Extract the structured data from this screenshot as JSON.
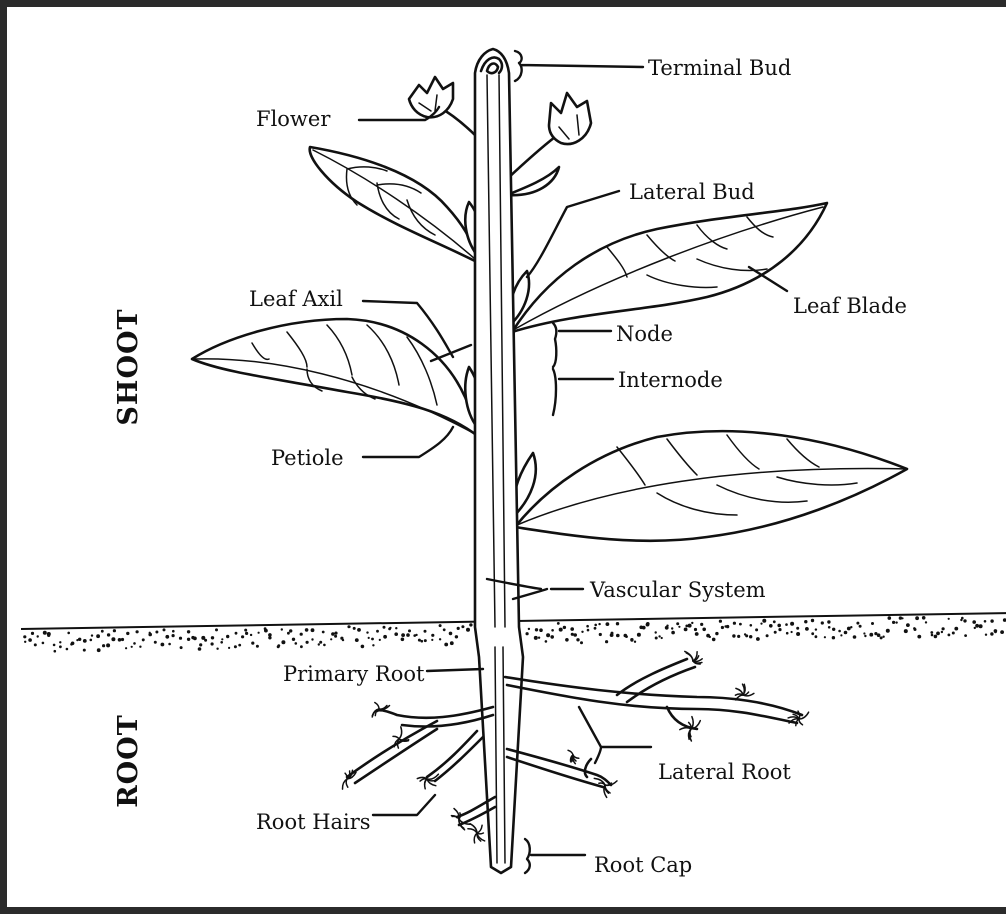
{
  "sections": {
    "shoot": "SHOOT",
    "root": "ROOT"
  },
  "labels": {
    "terminal_bud": "Terminal Bud",
    "flower": "Flower",
    "lateral_bud": "Lateral Bud",
    "leaf_axil": "Leaf Axil",
    "leaf_blade": "Leaf Blade",
    "node": "Node",
    "internode": "Internode",
    "petiole": "Petiole",
    "vascular_system": "Vascular System",
    "primary_root": "Primary Root",
    "lateral_root": "Lateral Root",
    "root_hairs": "Root Hairs",
    "root_cap": "Root Cap"
  }
}
